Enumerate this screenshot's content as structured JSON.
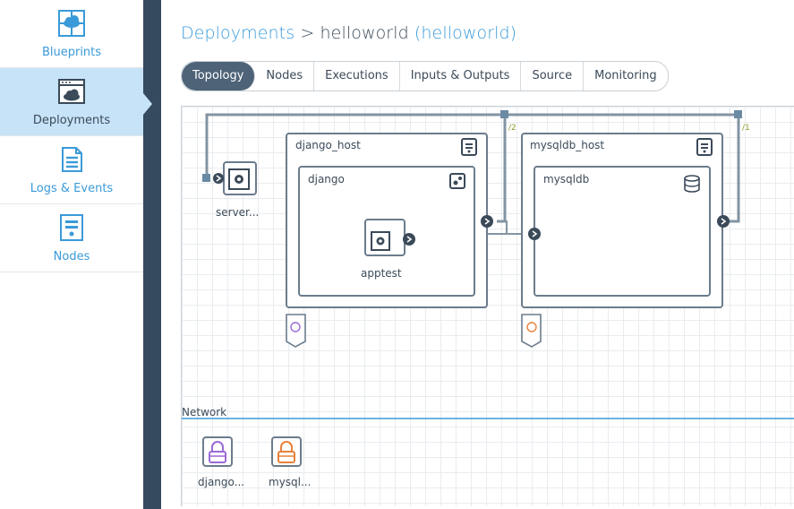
{
  "sidebar": {
    "items": [
      {
        "label": "Blueprints",
        "icon": "cloud-blueprint-icon"
      },
      {
        "label": "Deployments",
        "icon": "cloud-window-icon"
      },
      {
        "label": "Logs & Events",
        "icon": "document-icon"
      },
      {
        "label": "Nodes",
        "icon": "server-node-icon"
      }
    ],
    "active": "Deployments"
  },
  "breadcrumb": {
    "root": "Deployments",
    "separator": " > ",
    "name": "helloworld",
    "blueprint": "(helloworld)"
  },
  "tabs": [
    "Topology",
    "Nodes",
    "Executions",
    "Inputs & Outputs",
    "Source",
    "Monitoring"
  ],
  "active_tab": "Topology",
  "topology": {
    "server_node": "server...",
    "django_host": "django_host",
    "django": "django",
    "apptest": "apptest",
    "mysqldb_host": "mysqldb_host",
    "mysqldb": "mysqldb",
    "conn_label_1": "/2",
    "conn_label_2": "/1",
    "network_title": "Network",
    "networks": [
      {
        "label": "django...",
        "color": "#9b6bd6"
      },
      {
        "label": "mysql...",
        "color": "#e8823a"
      }
    ]
  },
  "colors": {
    "accent": "#3a9ad9",
    "sidebar_active": "#c6e3f7",
    "dark_rail": "#364a5e",
    "node_stroke": "#6b7c8c",
    "purple": "#9b6bd6",
    "orange": "#e8823a"
  }
}
